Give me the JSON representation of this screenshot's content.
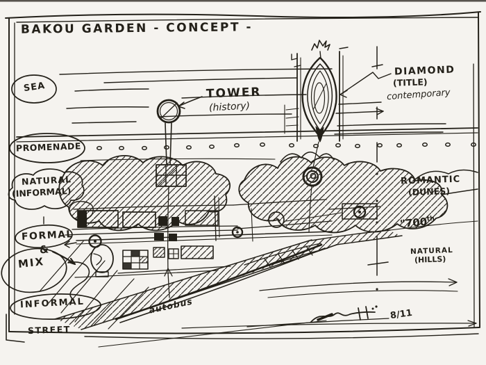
{
  "title": "BAKOU GARDEN - CONCEPT -",
  "labels": {
    "sea": "SEA",
    "promenade": "PROMENADE",
    "natural_informal_1": "NATURAL",
    "natural_informal_2": "(INFORMAL)",
    "formal": "FORMAL",
    "ampersand": "&",
    "mix": "MIX",
    "informal": "INFORMAL",
    "street": "STREET",
    "tower_1": "TOWER",
    "tower_2": "(history)",
    "diamond_1": "DIAMOND",
    "diamond_2": "(TITLE)",
    "diamond_3": "contemporary",
    "romantic_1": "ROMANTIC",
    "romantic_2": "(DUNES)",
    "anniversary": "\"700",
    "anniversary_sup": "th",
    "natural_hills_1": "NATURAL",
    "natural_hills_2": "(HILLS)",
    "autobus": "autobus",
    "date": "8/11"
  },
  "colors": {
    "ink": "#232019",
    "paper": "#f5f3ef"
  }
}
